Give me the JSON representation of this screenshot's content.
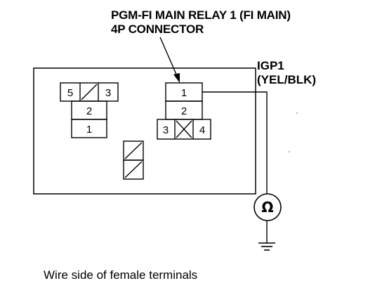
{
  "title": {
    "line1": "PGM-FI MAIN RELAY 1 (FI MAIN)",
    "line2": "4P CONNECTOR"
  },
  "wire": {
    "name": "IGP1",
    "color": "(YEL/BLK)"
  },
  "caption": "Wire side of female terminals",
  "left_connector": {
    "pins": [
      "5",
      "3",
      "2",
      "1"
    ]
  },
  "relay_connector": {
    "pins": [
      "1",
      "2",
      "3",
      "4"
    ]
  },
  "meter_symbol": "Ω"
}
